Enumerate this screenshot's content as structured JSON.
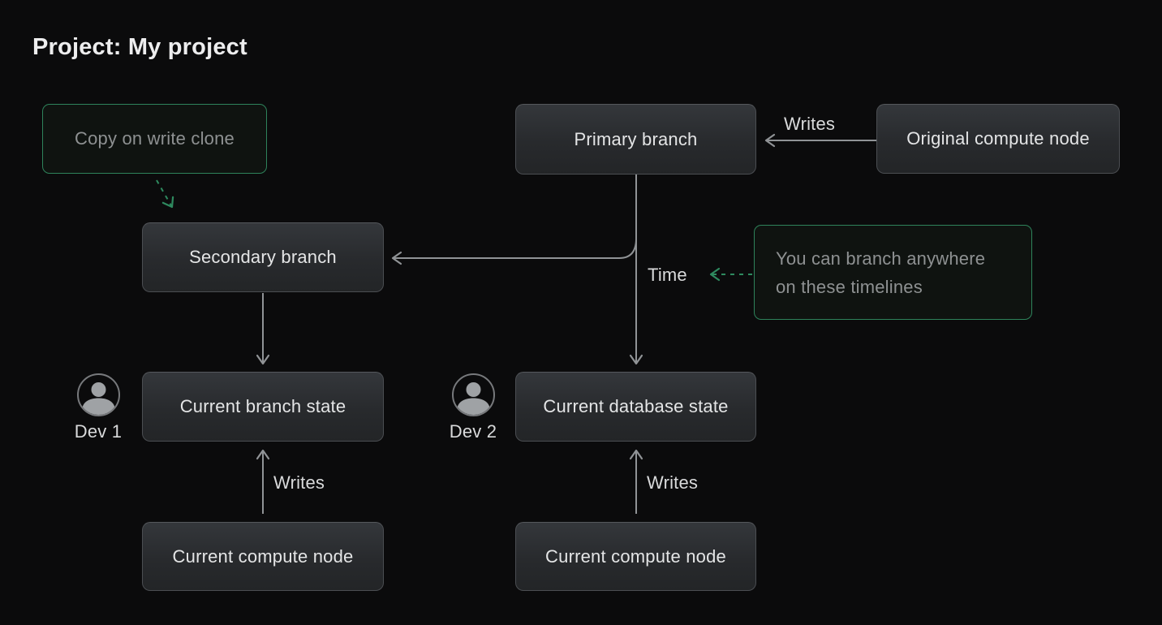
{
  "page": {
    "title": "Project: My project"
  },
  "colors": {
    "background": "#0b0b0c",
    "accent_green": "#2e835b",
    "line_gray": "#909396",
    "node_fill_top": "#34373b",
    "node_fill_bottom": "#232527",
    "node_border": "#4b4e52",
    "node_text": "#e4e5e6",
    "muted_text": "#8e9192"
  },
  "nodes": {
    "primary_branch": {
      "label": "Primary branch"
    },
    "secondary_branch": {
      "label": "Secondary branch"
    },
    "original_compute": {
      "label": "Original compute node"
    },
    "current_branch_state": {
      "label": "Current branch state"
    },
    "current_database_state": {
      "label": "Current database state"
    },
    "compute_left": {
      "label": "Current compute node"
    },
    "compute_right": {
      "label": "Current compute node"
    }
  },
  "notes": {
    "copy_on_write": {
      "label": "Copy on write clone"
    },
    "branch_anywhere": {
      "label": "You can branch anywhere on these timelines"
    }
  },
  "labels": {
    "writes_top": "Writes",
    "writes_left": "Writes",
    "writes_right": "Writes",
    "time": "Time",
    "dev1": "Dev 1",
    "dev2": "Dev 2"
  }
}
